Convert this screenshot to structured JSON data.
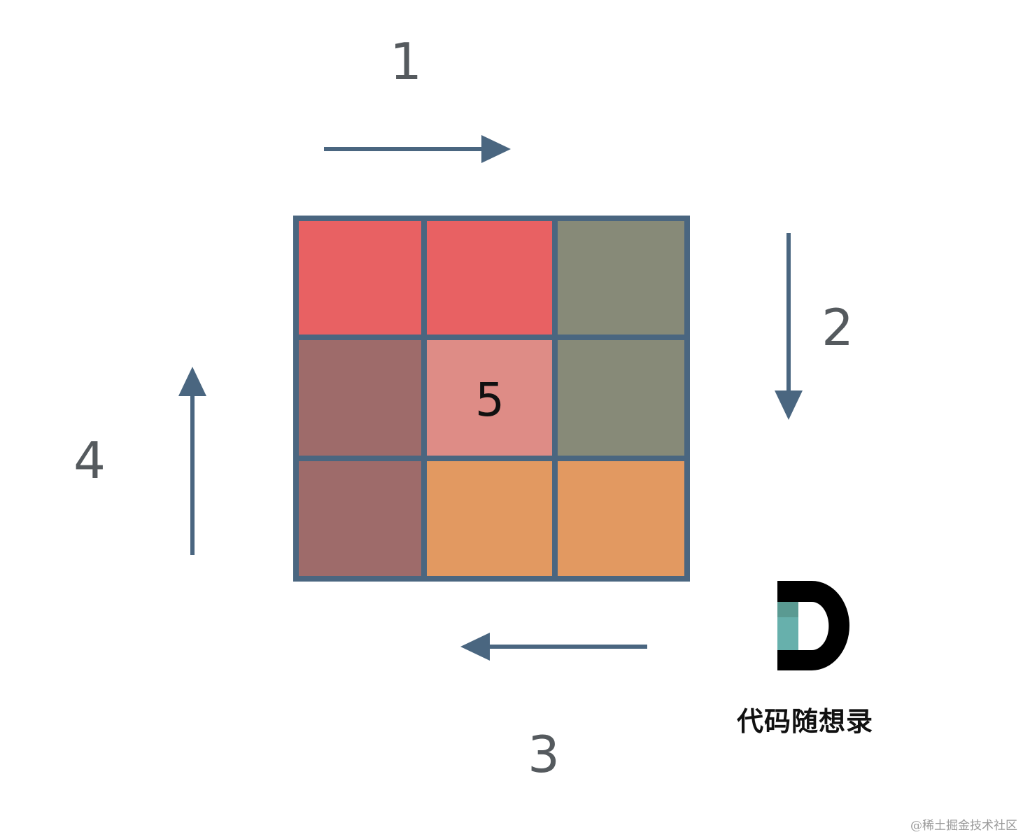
{
  "labels": {
    "step1": "1",
    "step2": "2",
    "step3": "3",
    "step4": "4",
    "center": "5"
  },
  "grid": {
    "rows": 3,
    "cols": 3,
    "cell_colors": [
      [
        "#e86163",
        "#e86163",
        "#878a78"
      ],
      [
        "#9e6b6a",
        "#de8c86",
        "#878a78"
      ],
      [
        "#9e6b6a",
        "#e29961",
        "#e29961"
      ]
    ],
    "border_color": "#4a6680"
  },
  "arrow_color": "#4a6680",
  "logo": {
    "text": "代码随想录",
    "letter": "D",
    "accent": "#67b0ac"
  },
  "watermark": "@稀土掘金技术社区"
}
